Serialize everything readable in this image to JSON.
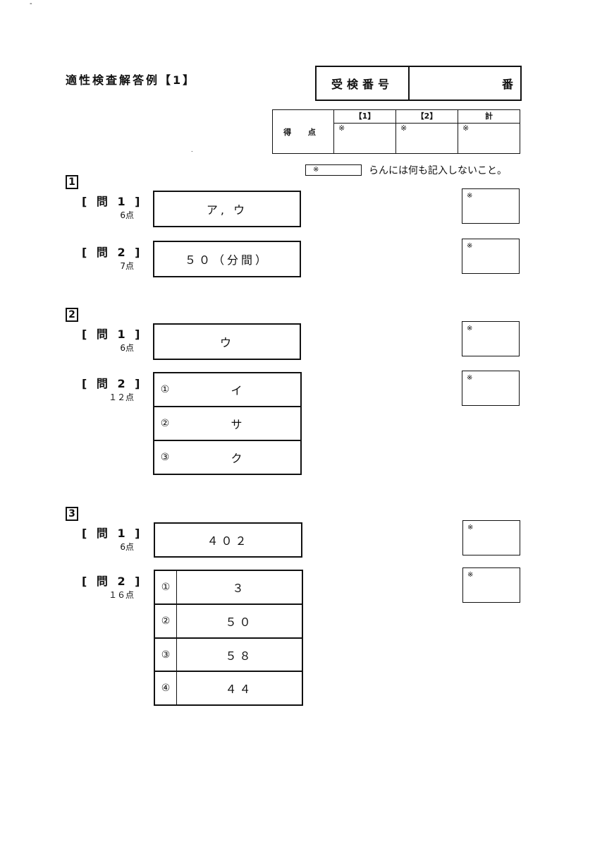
{
  "header": {
    "title": "適性検査解答例【1】",
    "exam_number_label": "受検番号",
    "exam_number_suffix": "番"
  },
  "score_table": {
    "label": "得 点",
    "columns": [
      "【1】",
      "【2】",
      "計"
    ],
    "mark": "※"
  },
  "note": {
    "mark": "※",
    "text": "らんには何も記入しないこと。"
  },
  "sections": [
    {
      "number": "1",
      "questions": [
        {
          "label": "[ 問 1 ]",
          "points": "6点",
          "answer": "ア, ウ"
        },
        {
          "label": "[ 問 2 ]",
          "points": "7点",
          "answer": "５０（分間）"
        }
      ]
    },
    {
      "number": "2",
      "questions": [
        {
          "label": "[ 問 1 ]",
          "points": "6点",
          "answer": "ウ"
        },
        {
          "label": "[ 問 2 ]",
          "points": "１２点",
          "items": [
            {
              "num": "①",
              "value": "イ"
            },
            {
              "num": "②",
              "value": "サ"
            },
            {
              "num": "③",
              "value": "ク"
            }
          ]
        }
      ]
    },
    {
      "number": "3",
      "questions": [
        {
          "label": "[ 問 1 ]",
          "points": "6点",
          "answer": "４０２"
        },
        {
          "label": "[ 問 2 ]",
          "points": "１６点",
          "items": [
            {
              "num": "①",
              "value": "３"
            },
            {
              "num": "②",
              "value": "５０"
            },
            {
              "num": "③",
              "value": "５８"
            },
            {
              "num": "④",
              "value": "４４"
            }
          ]
        }
      ]
    }
  ],
  "mark": "※"
}
